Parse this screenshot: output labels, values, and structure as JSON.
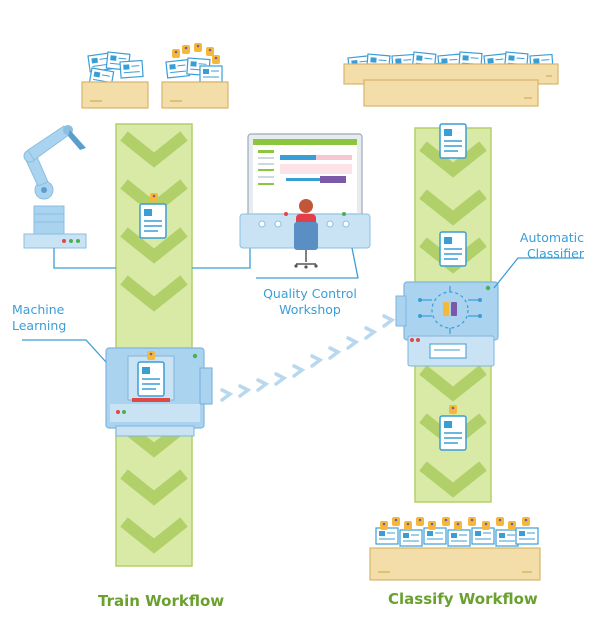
{
  "labels": {
    "machine_learning": [
      "Machine",
      "Learning"
    ],
    "quality_control": [
      "Quality Control",
      "Workshop"
    ],
    "automatic_classifier": [
      "Automatic",
      "Classifier"
    ]
  },
  "titles": {
    "train": "Train Workflow",
    "classify": "Classify Workflow"
  },
  "colors": {
    "belt": "#d8eaa6",
    "chevron": "#b2d06a",
    "blue": "#3a9ed6",
    "machine": "#a9d3ef",
    "box": "#f3deaa",
    "title_green": "#6aa12e"
  }
}
